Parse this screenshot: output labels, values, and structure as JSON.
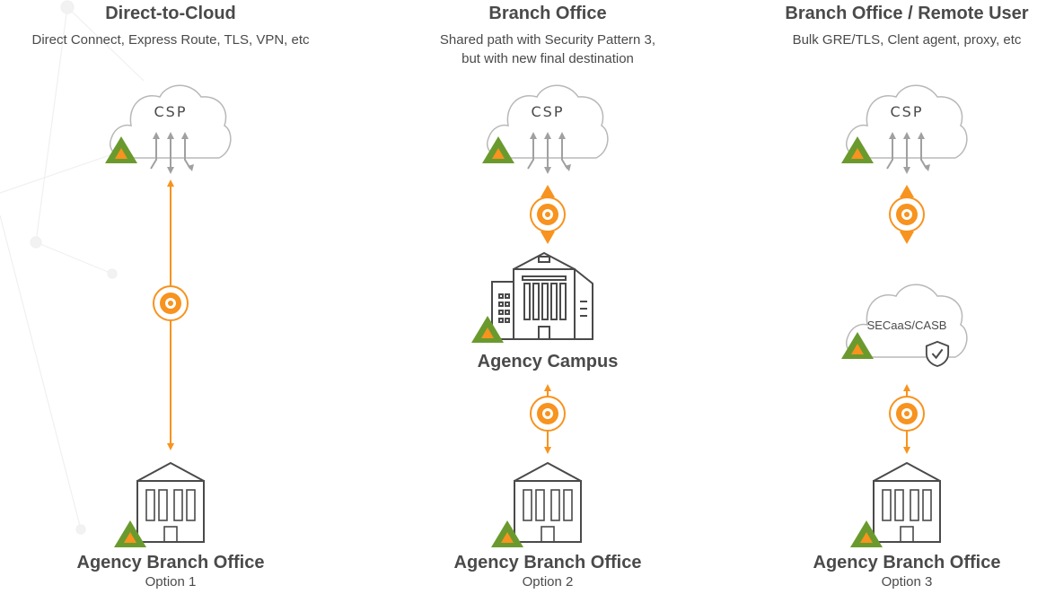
{
  "columns": [
    {
      "title": "Direct-to-Cloud",
      "subtitle_lines": [
        "Direct Connect, Express Route, TLS, VPN, etc"
      ],
      "cloud_label": "CSP",
      "branch_label": "Agency Branch Office",
      "branch_option": "Option 1"
    },
    {
      "title": "Branch Office",
      "subtitle_lines": [
        "Shared path with Security Pattern 3,",
        "but with new final destination"
      ],
      "cloud_label": "CSP",
      "campus_label": "Agency Campus",
      "branch_label": "Agency Branch Office",
      "branch_option": "Option 2"
    },
    {
      "title": "Branch Office / Remote User",
      "subtitle_lines": [
        "Bulk GRE/TLS, Clent agent, proxy, etc"
      ],
      "cloud_label": "CSP",
      "security_cloud_label": "SECaaS/CASB",
      "branch_label": "Agency Branch Office",
      "branch_option": "Option 3"
    }
  ],
  "colors": {
    "accent": "#f7931e",
    "marker_green": "#6a9a2e",
    "outline": "#4a4a4a",
    "cloud_stroke": "#b8b8b8",
    "arrow_gray": "#a0a0a0"
  }
}
